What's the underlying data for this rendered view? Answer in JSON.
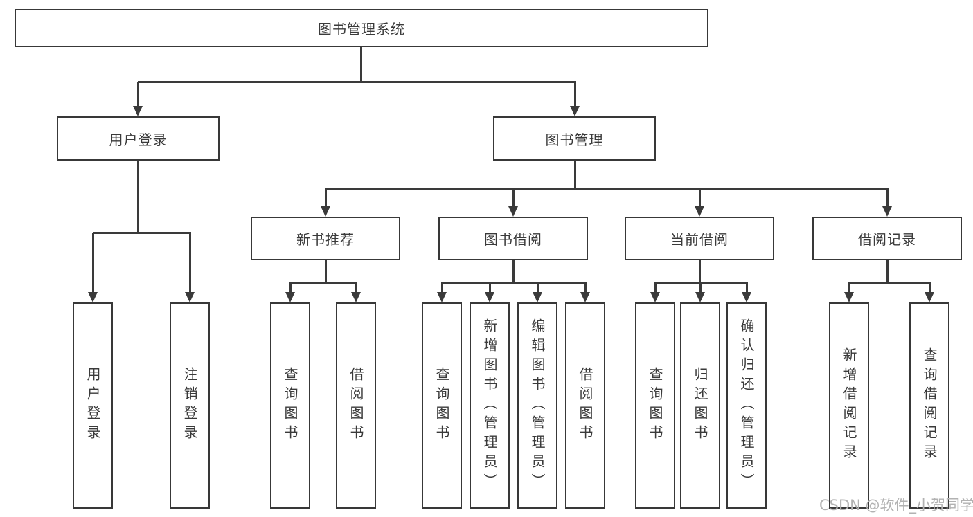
{
  "diagram": {
    "root": {
      "label": "图书管理系统"
    },
    "level2": [
      {
        "label": "用户登录"
      },
      {
        "label": "图书管理"
      }
    ],
    "level3": [
      {
        "label": "新书推荐"
      },
      {
        "label": "图书借阅"
      },
      {
        "label": "当前借阅"
      },
      {
        "label": "借阅记录"
      }
    ],
    "leaves": [
      {
        "label": "用户登录"
      },
      {
        "label": "注销登录"
      },
      {
        "label": "查询图书"
      },
      {
        "label": "借阅图书"
      },
      {
        "label": "查询图书"
      },
      {
        "label": "新增图书（管理员）"
      },
      {
        "label": "编辑图书（管理员）"
      },
      {
        "label": "借阅图书"
      },
      {
        "label": "查询图书"
      },
      {
        "label": "归还图书"
      },
      {
        "label": "确认归还（管理员）"
      },
      {
        "label": "新增借阅记录"
      },
      {
        "label": "查询借阅记录"
      }
    ]
  },
  "watermark": {
    "text": "CSDN @软件_小贺同学"
  },
  "colors": {
    "line": "#3a3a3a",
    "text": "#3a3a3a",
    "watermark": "#b2b2b2",
    "background": "#ffffff"
  }
}
